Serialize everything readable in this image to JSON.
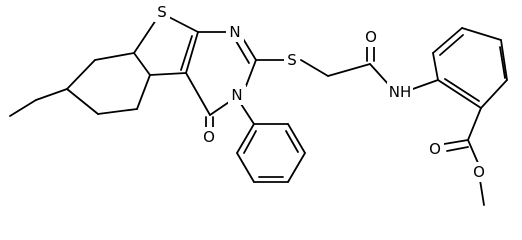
{
  "structure": {
    "type": "chemical-structure",
    "bond_color": "#000000",
    "atom_labels": {
      "thiophene_s": "S",
      "pyrimidine_n1": "N",
      "pyrimidine_n3": "N",
      "ring_oxo_o": "O",
      "thioether_s": "S",
      "amide_o": "O",
      "amide_nh": "NH",
      "ester_carbonyl_o": "O",
      "ester_ether_o": "O"
    }
  }
}
